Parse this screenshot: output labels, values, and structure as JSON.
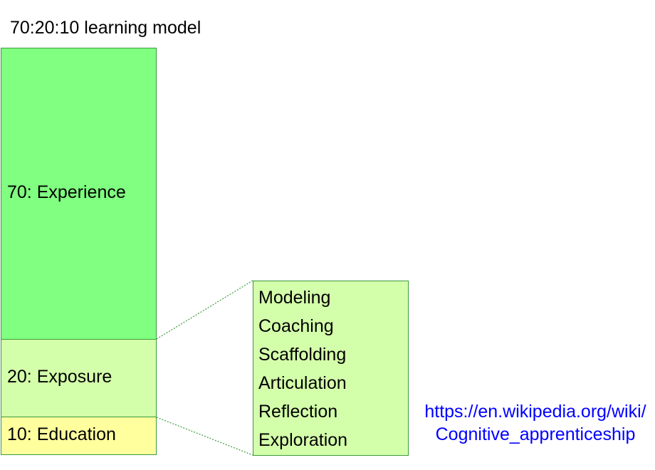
{
  "title": "70:20:10 learning model",
  "blocks": {
    "experience": "70: Experience",
    "exposure": "20: Exposure",
    "education": "10: Education"
  },
  "detail_items": [
    "Modeling",
    "Coaching",
    "Scaffolding",
    "Articulation",
    "Reflection",
    "Exploration"
  ],
  "link": {
    "line1": "https://en.wikipedia.org/wiki/",
    "line2": "Cognitive_apprenticeship"
  },
  "colors": {
    "experience_fill": "#80ff80",
    "exposure_fill": "#d4ffaa",
    "education_fill": "#ffff9e",
    "border": "#3a9a3a",
    "connector": "#3a9a3a",
    "link": "#0000ff"
  }
}
